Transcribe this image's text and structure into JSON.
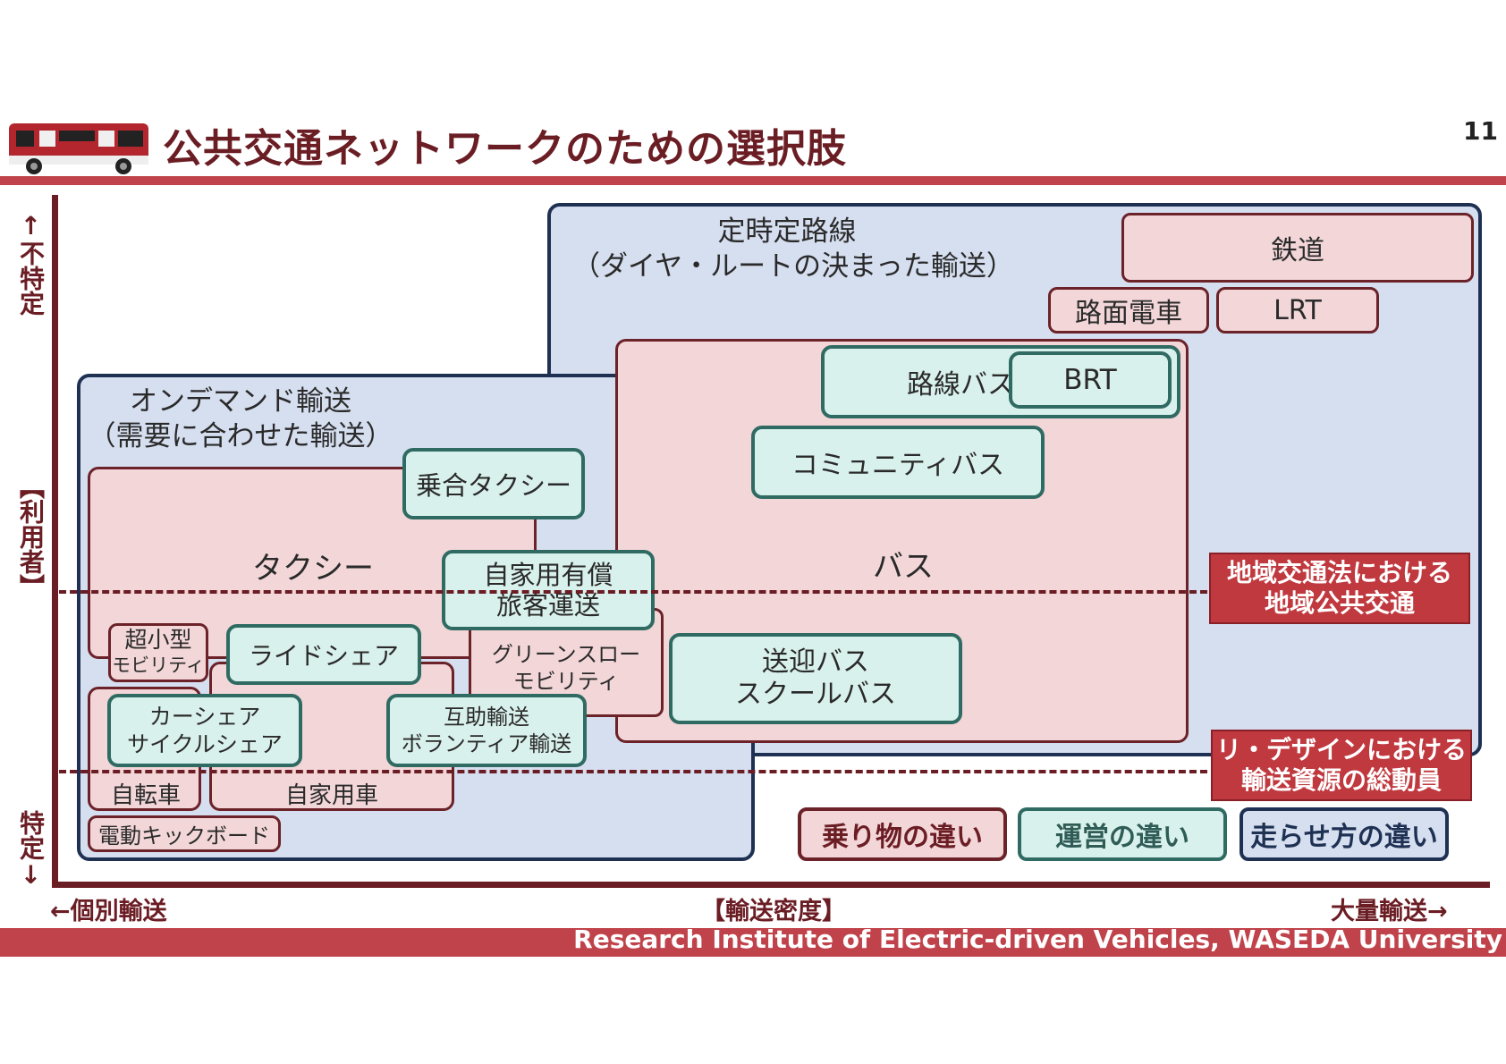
{
  "header": {
    "title": "公共交通ネットワークのための選択肢",
    "page_number": "11"
  },
  "footer": {
    "text": "Research Institute of Electric-driven Vehicles, WASEDA University"
  },
  "axes": {
    "y_top": "↑不特定",
    "y_middle": "【利用者】",
    "y_bottom": "特定↓",
    "x_left": "←個別輸送",
    "x_middle": "【輸送密度】",
    "x_right": "大量輸送→"
  },
  "regions": {
    "scheduled_line1": "定時定路線",
    "scheduled_line2": "（ダイヤ・ルートの決まった輸送）",
    "ondemand_line1": "オンデマンド輸送",
    "ondemand_line2": "（需要に合わせた輸送）"
  },
  "vehicles": {
    "railway": "鉄道",
    "tram": "路面電車",
    "lrt": "LRT",
    "bus": "バス",
    "taxi": "タクシー",
    "micro_line1": "超小型",
    "micro_line2": "モビリティ",
    "green_slow_line1": "グリーンスロー",
    "green_slow_line2": "モビリティ",
    "bicycle": "自転車",
    "private_car": "自家用車",
    "kickboard": "電動キックボード"
  },
  "operations": {
    "route_bus": "路線バス",
    "brt": "BRT",
    "community_bus": "コミュニティバス",
    "shared_taxi": "乗合タクシー",
    "paid_private_line1": "自家用有償",
    "paid_private_line2": "旅客運送",
    "rideshare": "ライドシェア",
    "carshare_line1": "カーシェア",
    "carshare_line2": "サイクルシェア",
    "mutual_line1": "互助輸送",
    "mutual_line2": "ボランティア輸送",
    "shuttle_line1": "送迎バス",
    "shuttle_line2": "スクールバス"
  },
  "boundaries": {
    "regional_line1": "地域交通法における",
    "regional_line2": "地域公共交通",
    "redesign_line1": "リ・デザインにおける",
    "redesign_line2": "輸送資源の総動員"
  },
  "legend": {
    "vehicle_diff": "乗り物の違い",
    "operation_diff": "運営の違い",
    "running_diff": "走らせ方の違い"
  },
  "colors": {
    "brand_dark_red": "#6b1d24",
    "accent_red": "#c0434b",
    "region_blue": "#d6dff0",
    "vehicle_pink": "#f2d6d8",
    "operation_green": "#d9f1ec"
  }
}
